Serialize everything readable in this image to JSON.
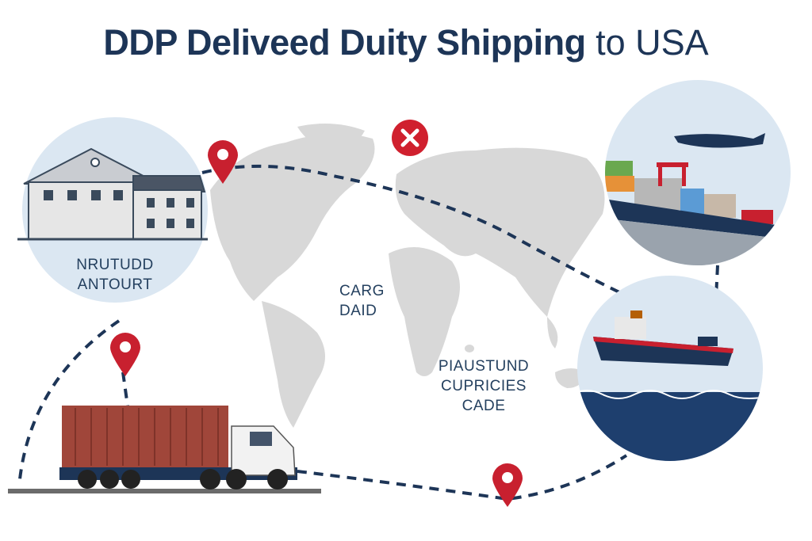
{
  "title": {
    "bold": "DDP Deliveed Duity Shipping",
    "light": "to USA"
  },
  "labels": {
    "warehouse": [
      "NRUTUDD",
      "ANTOURT"
    ],
    "center": [
      "CARG",
      "DAID"
    ],
    "ocean": [
      "PIAUSTUND",
      "CUPRICIES",
      "CADE"
    ]
  },
  "colors": {
    "navy": "#1d3557",
    "pin_red": "#c8202f",
    "map_gray": "#d6d6d6",
    "circle_bg": "#dce8f3",
    "sea": "#1e3f6e"
  }
}
